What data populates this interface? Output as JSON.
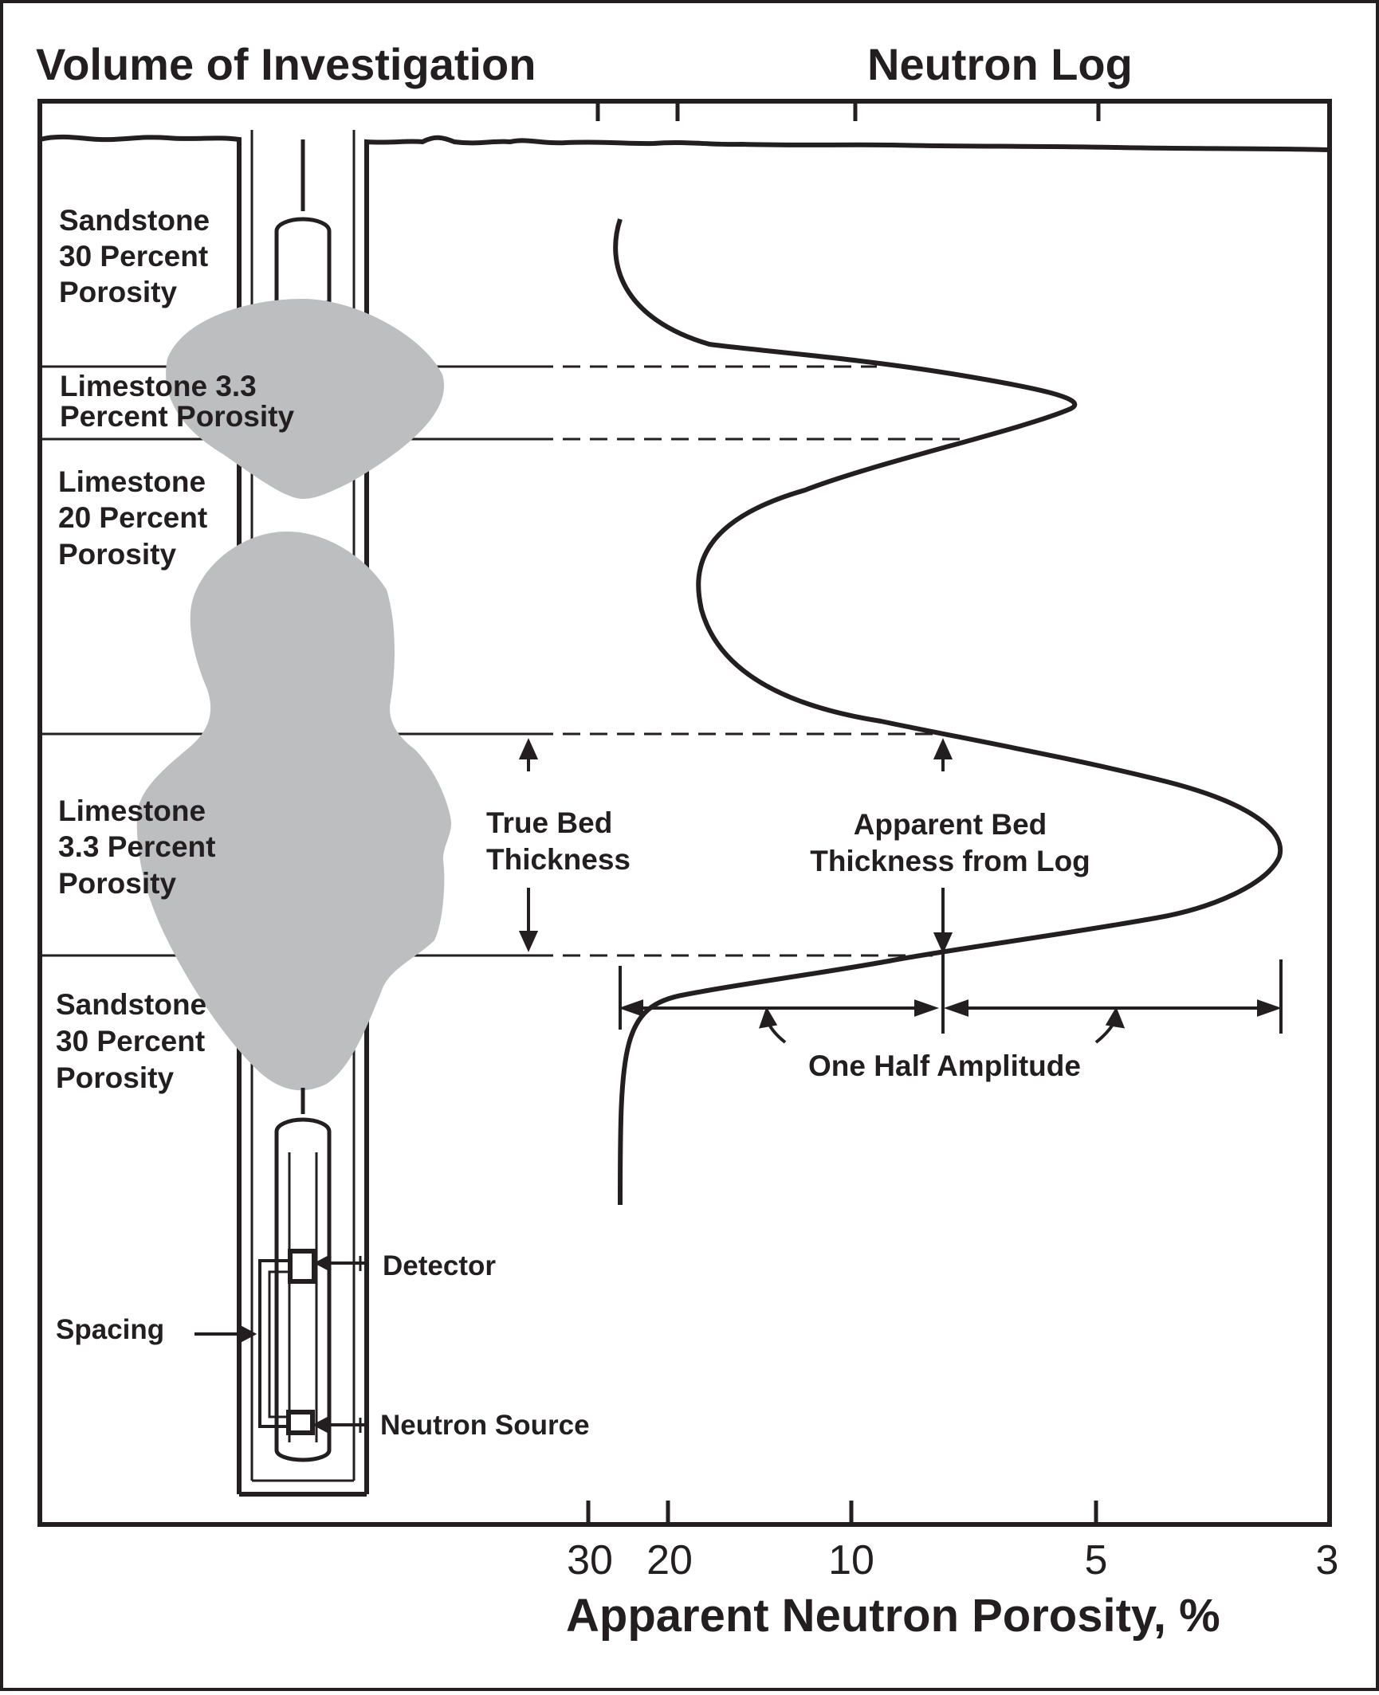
{
  "titles": {
    "left": "Volume of Investigation",
    "right": "Neutron Log"
  },
  "layers": [
    {
      "id": "sandstone-top",
      "lines": [
        "Sandstone",
        "30 Percent",
        "Porosity"
      ]
    },
    {
      "id": "limestone-thin",
      "lines": [
        "Limestone 3.3",
        "Percent Porosity"
      ]
    },
    {
      "id": "limestone-20",
      "lines": [
        "Limestone",
        "20 Percent",
        "Porosity"
      ]
    },
    {
      "id": "limestone-thick",
      "lines": [
        "Limestone",
        "3.3 Percent",
        "Porosity"
      ]
    },
    {
      "id": "sandstone-bottom",
      "lines": [
        "Sandstone",
        "30 Percent",
        "Porosity"
      ]
    }
  ],
  "tool": {
    "detector": "Detector",
    "spacing": "Spacing",
    "source": "Neutron Source"
  },
  "annotations": {
    "true_bed": [
      "True Bed",
      "Thickness"
    ],
    "apparent_bed": [
      "Apparent Bed",
      "Thickness from Log"
    ],
    "half_amplitude": "One Half Amplitude"
  },
  "axis": {
    "title": "Apparent Neutron Porosity, %",
    "ticks": [
      "30",
      "20",
      "10",
      "5",
      "3"
    ],
    "scale": "logarithmic (reversed, porosity decreasing to the right)"
  },
  "colors": {
    "ink": "#231f20",
    "investigation_volume": "#bcbec0",
    "background": "#ffffff"
  }
}
